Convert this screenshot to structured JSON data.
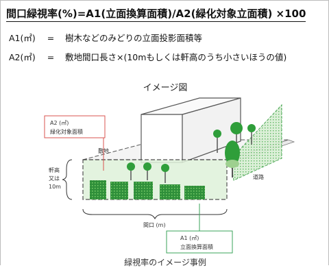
{
  "header": {
    "formula": "間口緑視率(%)=A1(立面換算面積)/A2(緑化対象立面積) ×100",
    "definitions": [
      {
        "key": "A1(㎡)",
        "eq": "=",
        "text": "樹木などのみどりの立面投影面積等"
      },
      {
        "key": "A2(㎡)",
        "eq": "=",
        "text": "敷地間口長さ×(10mもしくは軒高のうち小さいほうの値)"
      }
    ]
  },
  "figure": {
    "title": "イメージ図",
    "callout_a2": {
      "line1": "A2 (㎡)",
      "line2": "緑化対象面積"
    },
    "callout_a1": {
      "line1": "A1 (㎡)",
      "line2": "立面換算面積"
    },
    "label_site": "敷地",
    "label_road": "道路",
    "label_height": [
      "軒高",
      "又は",
      "10m"
    ],
    "label_frontage": "間口 (m)",
    "caption": "緑視率のイメージ事例"
  },
  "colors": {
    "green": "#2f9e3a",
    "light_green": "#cfe9c9",
    "callout_border": "#d9534f",
    "callout_border_green": "#3aa35a",
    "line": "#444444"
  }
}
